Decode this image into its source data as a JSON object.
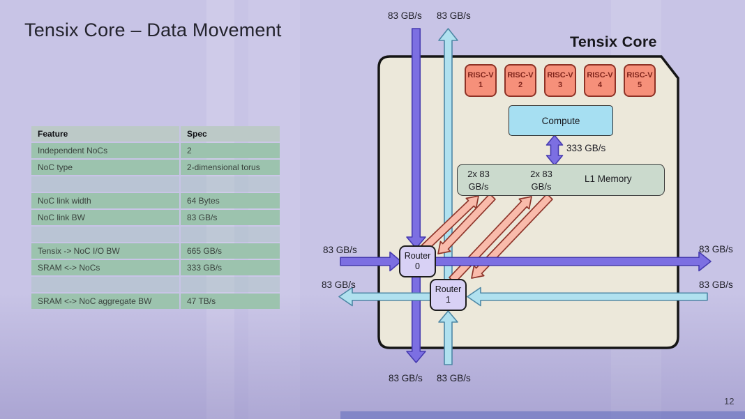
{
  "slide": {
    "title": "Tensix Core – Data Movement",
    "page_number": "12"
  },
  "table": {
    "rows": [
      {
        "type": "header",
        "feature": "Feature",
        "spec": "Spec"
      },
      {
        "type": "data",
        "feature": "Independent NoCs",
        "spec": "2"
      },
      {
        "type": "data",
        "feature": "NoC type",
        "spec": "2-dimensional torus"
      },
      {
        "type": "spacer",
        "feature": "",
        "spec": ""
      },
      {
        "type": "data",
        "feature": "NoC link width",
        "spec": "64 Bytes"
      },
      {
        "type": "data",
        "feature": "NoC link BW",
        "spec": "83 GB/s"
      },
      {
        "type": "spacer",
        "feature": "",
        "spec": ""
      },
      {
        "type": "data",
        "feature": "Tensix -> NoC I/O BW",
        "spec": "665 GB/s"
      },
      {
        "type": "data",
        "feature": "SRAM <-> NoCs",
        "spec": "333 GB/s"
      },
      {
        "type": "spacer",
        "feature": "",
        "spec": ""
      },
      {
        "type": "data",
        "feature": "SRAM <-> NoC aggregate BW",
        "spec": "47 TB/s"
      }
    ]
  },
  "diagram": {
    "title": "Tensix Core",
    "riscv_blocks": [
      {
        "line1": "RISC-V",
        "line2": "1"
      },
      {
        "line1": "RISC-V",
        "line2": "2"
      },
      {
        "line1": "RISC-V",
        "line2": "3"
      },
      {
        "line1": "RISC-V",
        "line2": "4"
      },
      {
        "line1": "RISC-V",
        "line2": "5"
      }
    ],
    "compute_label": "Compute",
    "compute_l1_bw": "333 GB/s",
    "l1": {
      "bw1_line1": "2x 83",
      "bw1_line2": "GB/s",
      "bw2_line1": "2x 83",
      "bw2_line2": "GB/s",
      "label": "L1 Memory"
    },
    "routers": [
      {
        "line1": "Router",
        "line2": "0"
      },
      {
        "line1": "Router",
        "line2": "1"
      }
    ],
    "noc_labels": {
      "top_noc0": "83 GB/s",
      "top_noc1": "83 GB/s",
      "bottom_noc0": "83 GB/s",
      "bottom_noc1": "83 GB/s",
      "left_noc0": "83 GB/s",
      "left_noc1": "83 GB/s",
      "right_noc0": "83 GB/s",
      "right_noc1": "83 GB/s"
    },
    "colors": {
      "noc0_arrow": "#7c6fe2",
      "noc1_arrow": "#b0e1ef",
      "router_l1_arrow": "#f9bbab",
      "riscv_block": "#f6907a",
      "compute_block": "#a6dff2",
      "l1_block": "#cbdacd",
      "router_block": "#d8d1f5",
      "core_background": "#ece8da"
    }
  }
}
